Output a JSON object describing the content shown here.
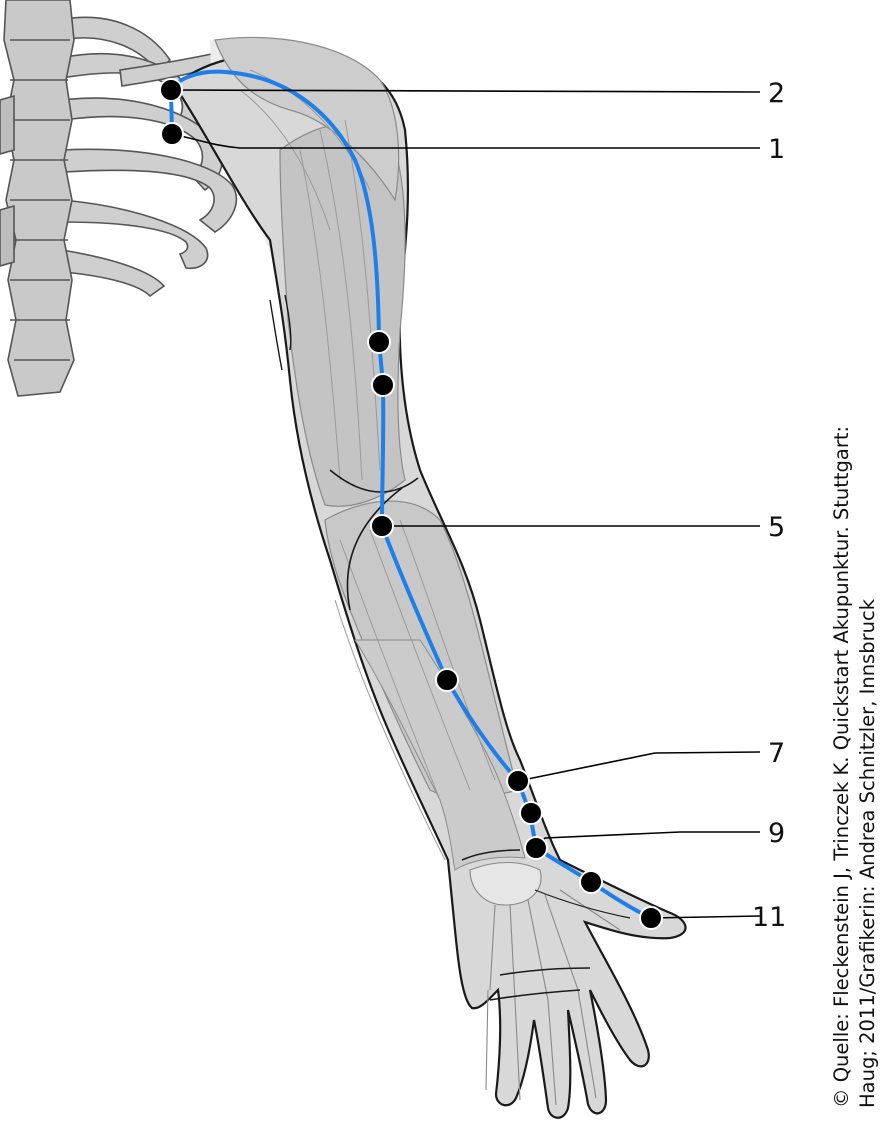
{
  "diagram": {
    "point_labels": [
      "2",
      "1",
      "5",
      "7",
      "9",
      "11"
    ],
    "meridian_color": "#1e7fe8",
    "point_color": "#000000",
    "body_fill": "#d8d8d8",
    "bone_fill": "#cfcfcf",
    "outline_color": "#1a1a1a"
  },
  "credit": {
    "line1": "© Quelle: Fleckenstein J, Trinczek K. Quickstart Akupunktur. Stuttgart:",
    "line2": "Haug; 2011/Grafikerin: Andrea Schnitzler, Innsbruck"
  }
}
